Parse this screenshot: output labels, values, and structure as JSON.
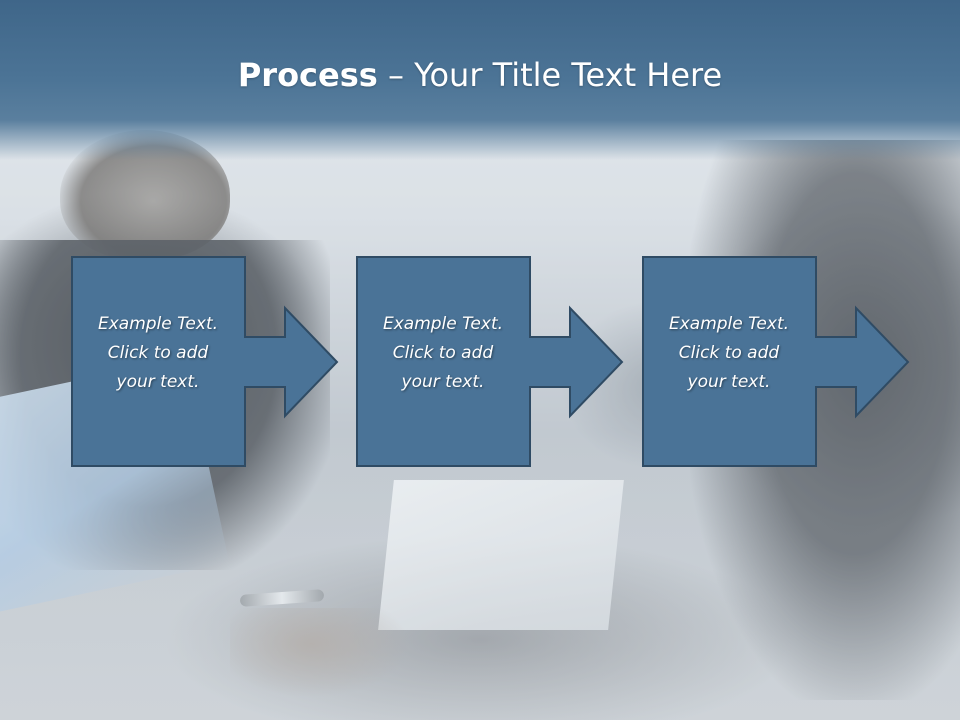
{
  "slide": {
    "title": {
      "bold": "Process",
      "rest": " – Your Title Text Here"
    },
    "steps": [
      {
        "line1": "Example Text.",
        "line2": "Click  to add",
        "line3": "your text."
      },
      {
        "line1": "Example Text.",
        "line2": "Click  to add",
        "line3": "your text."
      },
      {
        "line1": "Example Text.",
        "line2": "Click  to add",
        "line3": "your text."
      }
    ]
  },
  "colors": {
    "title_band": "#4c7496",
    "step_fill": "#4a7397",
    "step_border": "#2f4b64",
    "title_text": "#ffffff",
    "step_text": "#ffffff"
  }
}
